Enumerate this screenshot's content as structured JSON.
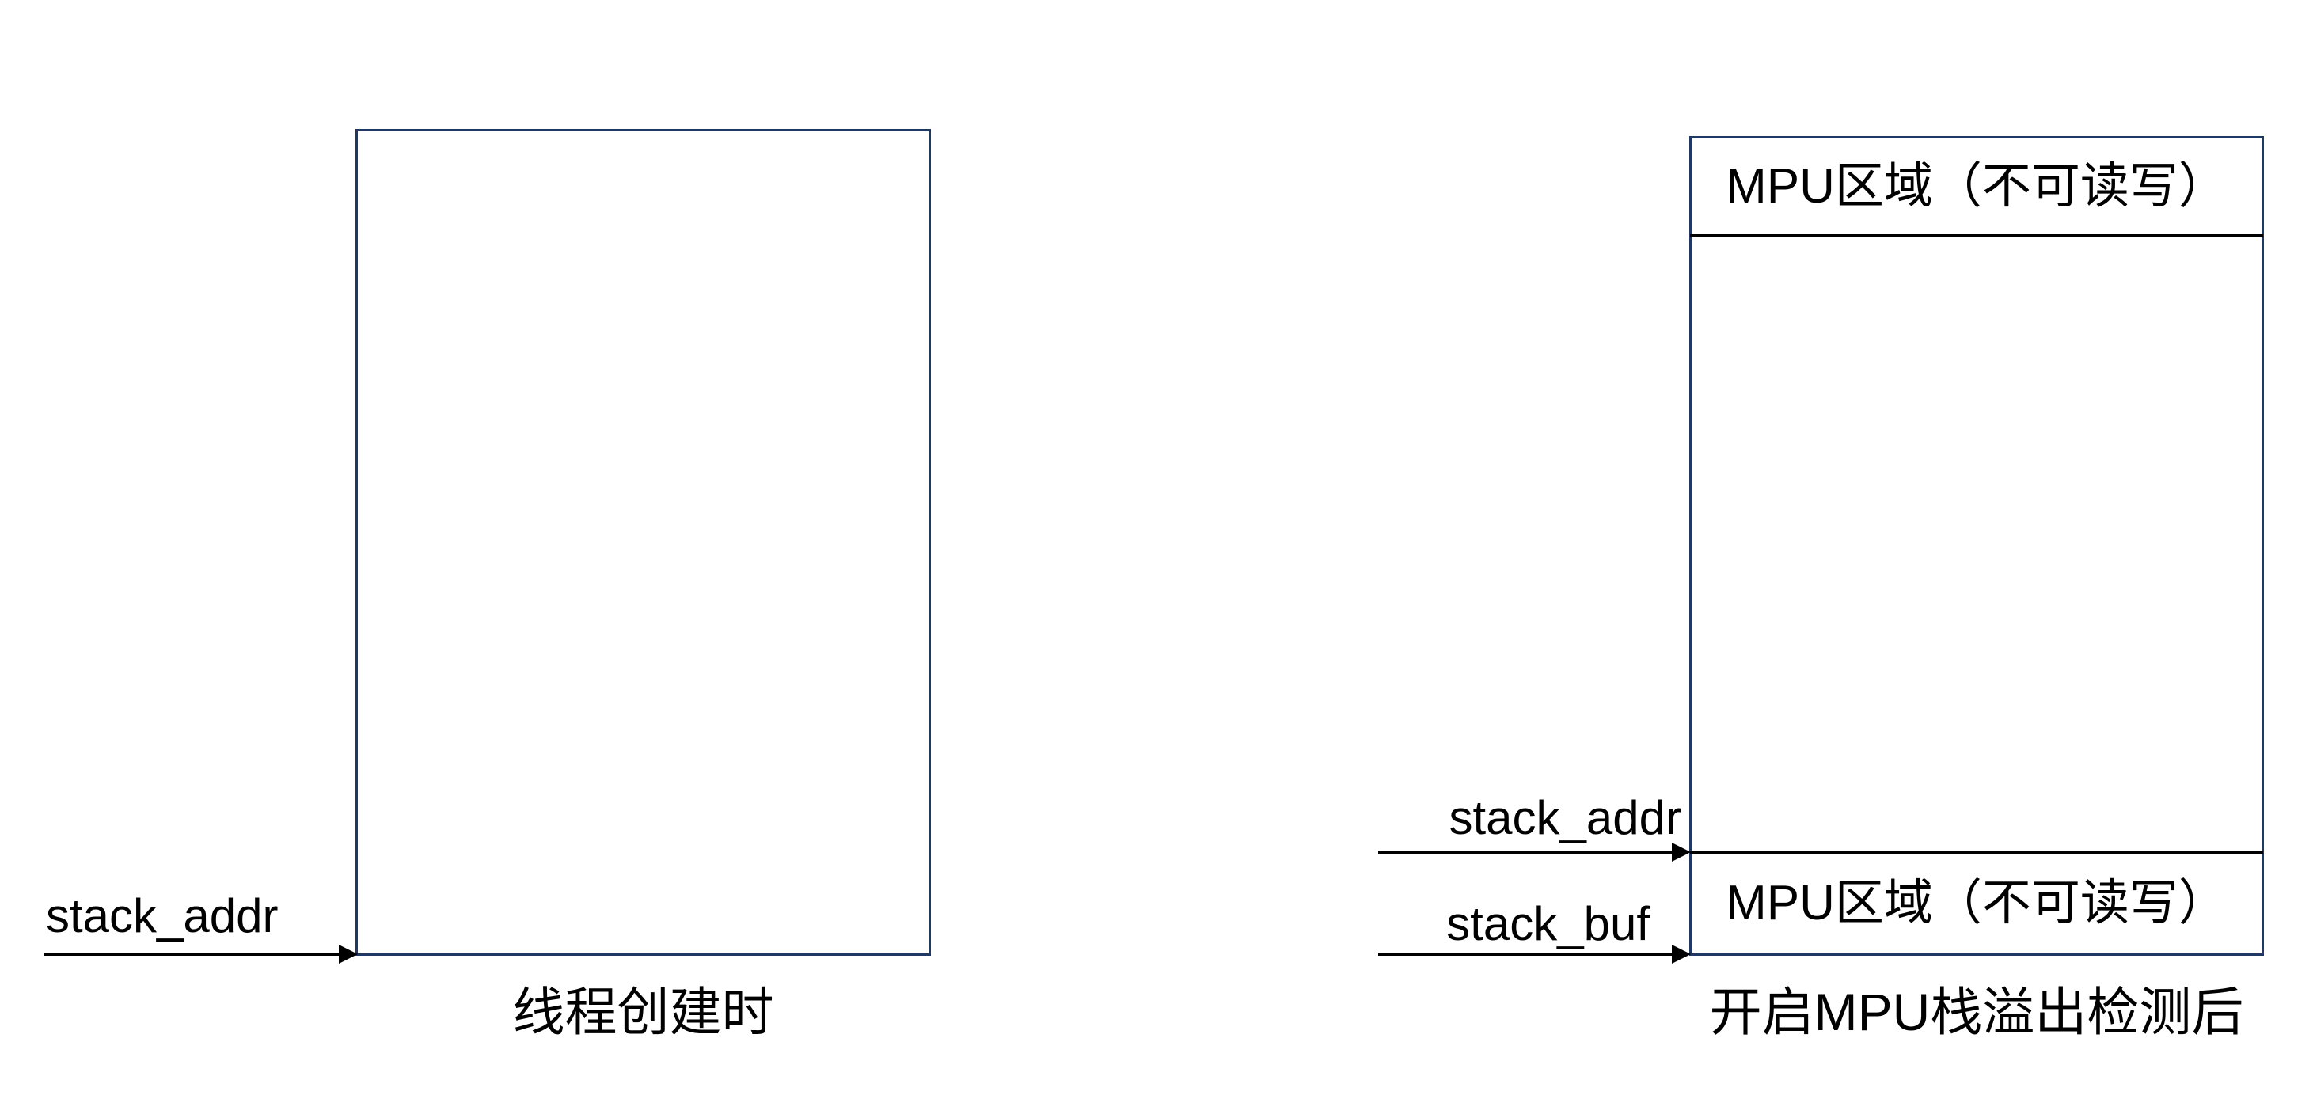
{
  "left_figure": {
    "pointer_label": "stack_addr",
    "caption": "线程创建时"
  },
  "right_figure": {
    "top_region_label": "MPU区域（不可读写）",
    "bottom_region_label": "MPU区域（不可读写）",
    "stack_addr_label": "stack_addr",
    "stack_buf_label": "stack_buf",
    "caption": "开启MPU栈溢出检测后"
  },
  "colors": {
    "box_border": "#1f3864",
    "divider_line": "#000000",
    "arrow": "#000000",
    "text": "#000000",
    "background": "#ffffff"
  }
}
